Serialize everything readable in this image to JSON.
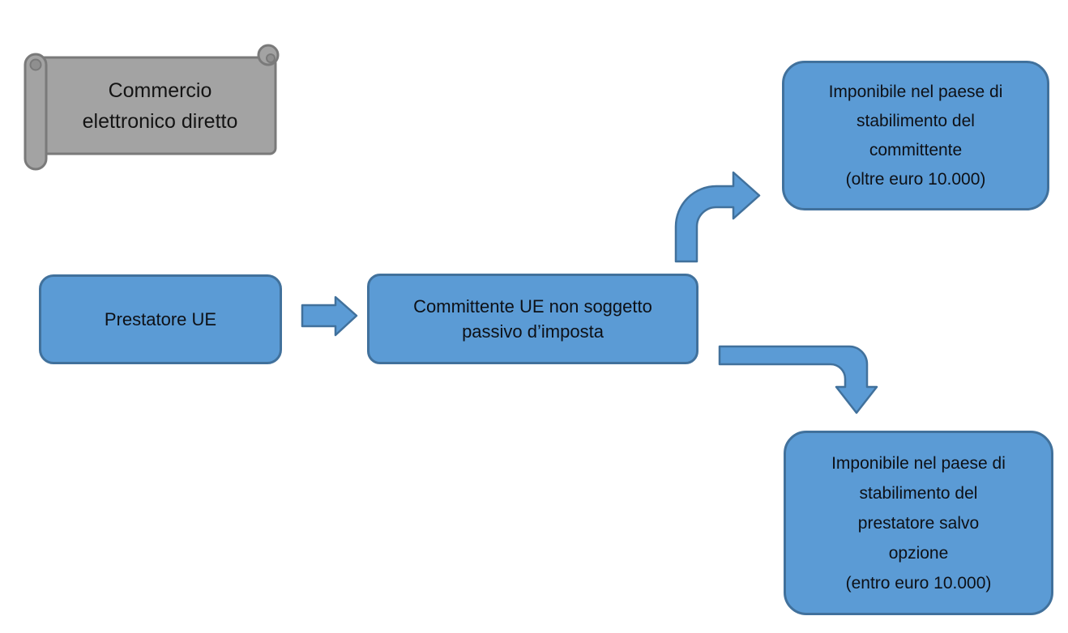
{
  "diagram": {
    "banner": {
      "lines": [
        "Commercio",
        "elettronico diretto"
      ]
    },
    "nodes": {
      "prestatore": {
        "lines": [
          "Prestatore UE"
        ]
      },
      "committente": {
        "lines": [
          "Committente UE non soggetto",
          "passivo d’imposta"
        ]
      },
      "outcome_over_threshold": {
        "lines": [
          "Imponibile nel paese di",
          "stabilimento del",
          "committente",
          "(oltre euro 10.000)"
        ]
      },
      "outcome_under_threshold": {
        "lines": [
          "Imponibile nel paese di",
          "stabilimento del",
          "prestatore salvo",
          "opzione",
          "(entro euro 10.000)"
        ]
      }
    },
    "connectors": [
      {
        "name": "arrow-right",
        "from": "prestatore",
        "to": "committente"
      },
      {
        "name": "arrow-bent-up-right",
        "from": "committente",
        "to": "outcome_over_threshold"
      },
      {
        "name": "arrow-bent-down-right",
        "from": "committente",
        "to": "outcome_under_threshold"
      }
    ],
    "colors": {
      "node_fill": "#5b9bd5",
      "node_border": "#41719c",
      "banner_fill": "#a3a3a3",
      "banner_border": "#7a7a7a",
      "text": "#0d1016",
      "background": "#ffffff"
    }
  }
}
